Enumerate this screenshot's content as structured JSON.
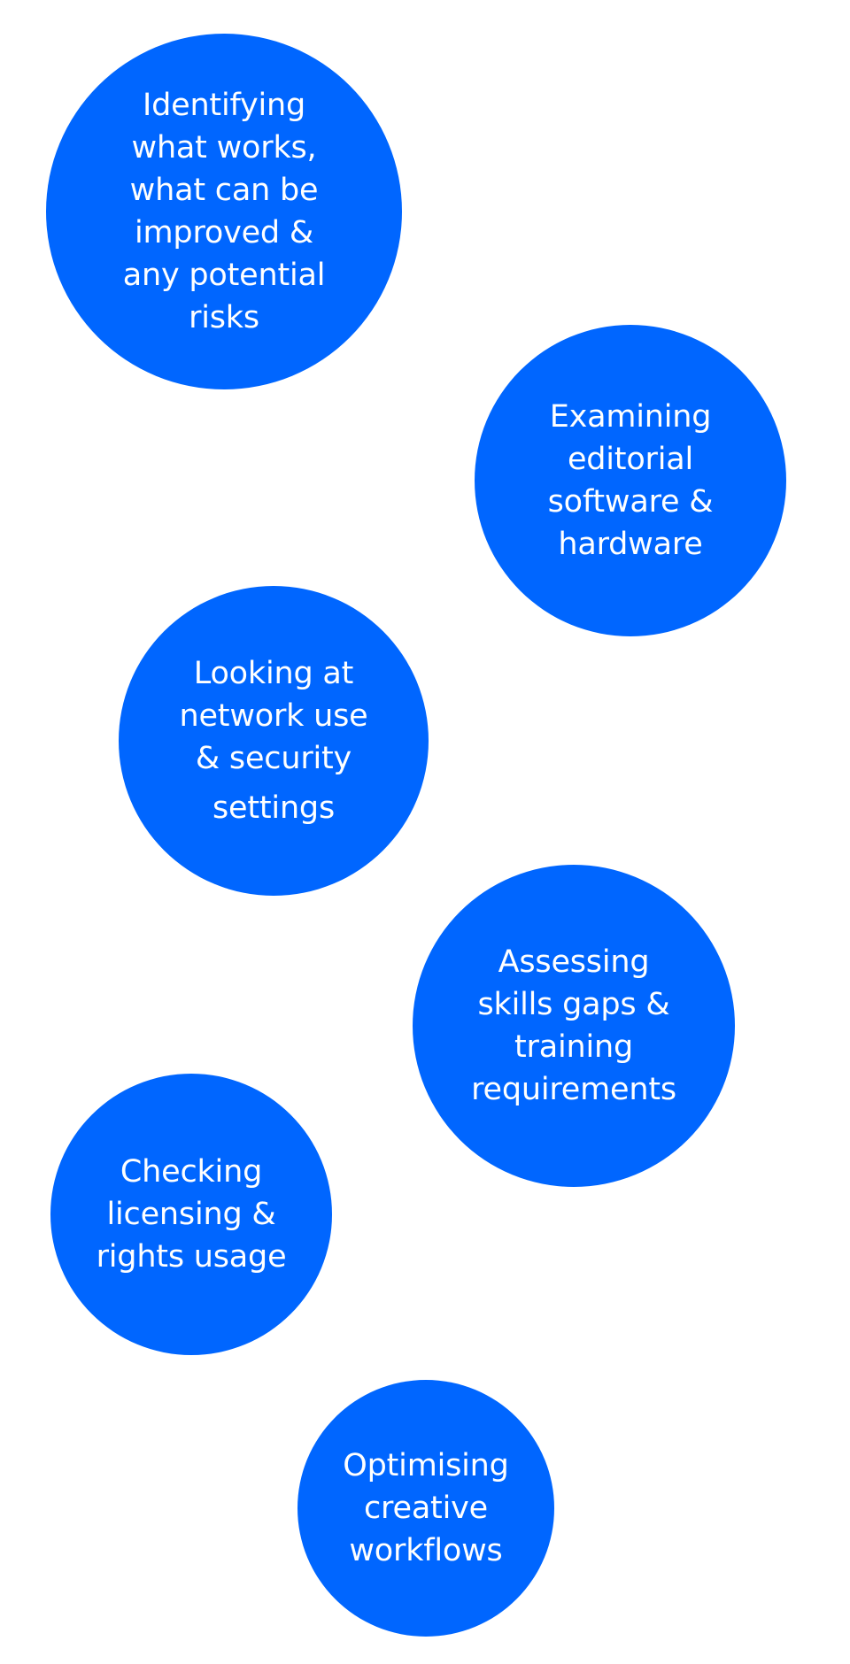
{
  "theme": {
    "bubble_color": "#0066FF",
    "text_color": "#FFFFFF",
    "background": "#FFFFFF"
  },
  "bubbles": [
    {
      "lines": [
        "Identifying",
        "what works,",
        "what can be",
        "improved &",
        "any potential",
        "risks"
      ]
    },
    {
      "lines": [
        "Examining",
        "editorial",
        "software &",
        "hardware"
      ]
    },
    {
      "lines": [
        "Looking at",
        "network use",
        "& security",
        "settings"
      ]
    },
    {
      "lines": [
        "Assessing",
        "skills gaps &",
        "training",
        "requirements"
      ]
    },
    {
      "lines": [
        "Checking",
        "licensing &",
        "rights usage"
      ]
    },
    {
      "lines": [
        "Optimising",
        "creative",
        "workflows"
      ]
    }
  ]
}
